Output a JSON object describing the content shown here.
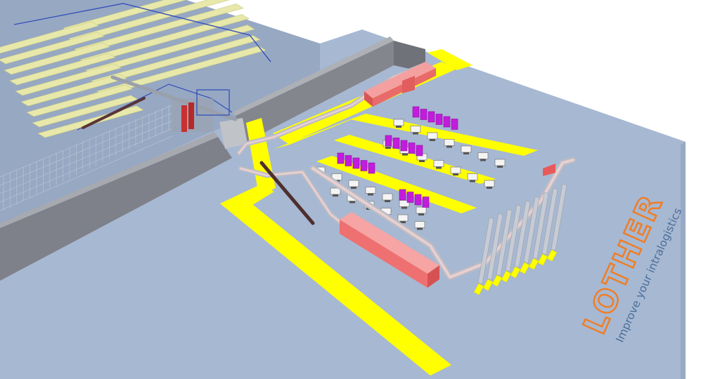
{
  "brand": {
    "logo": "LOTHER",
    "tagline": "Improve your intralogistics",
    "logo_color": "#f07d23",
    "tagline_color": "#4a6e98"
  },
  "scene": {
    "floor_color": "#a7b8d2",
    "marking_color": "#ffff00",
    "wall_color": "#8c8f96",
    "rack_color": "#e7e8aa",
    "bin_color": "#c31cdc",
    "buffer_color": "#f26d6d",
    "conveyor_color": "#c7cbd4",
    "workstation_rows": [
      {
        "stations": 7,
        "bins": 6
      },
      {
        "stations": 7,
        "bins": 5
      },
      {
        "stations": 7,
        "bins": 5
      },
      {
        "stations": 6,
        "bins": 4
      }
    ],
    "sorter_lanes": 9
  }
}
